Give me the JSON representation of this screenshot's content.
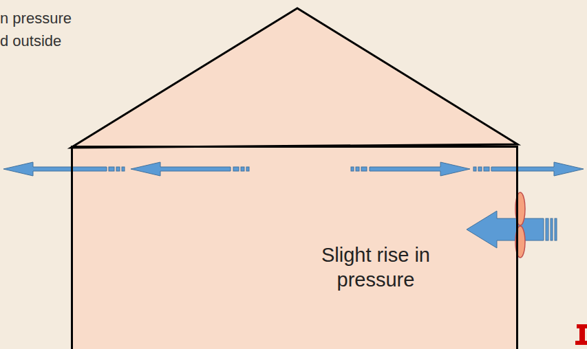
{
  "diagram": {
    "nodes": [
      {
        "text": [
          "Slight rise in pressure"
        ]
      }
    ],
    "labels": [
      "n pressure",
      "d outside"
    ]
  }
}
